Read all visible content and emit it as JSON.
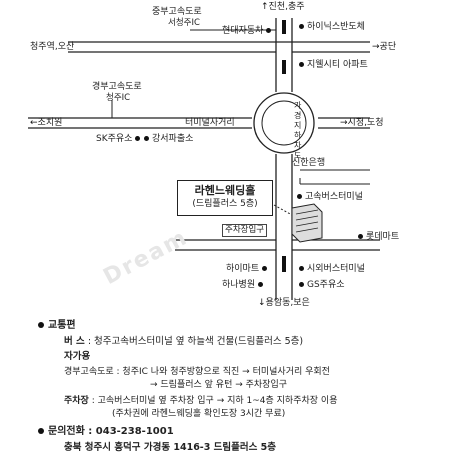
{
  "map": {
    "top_destination": "진천,충주",
    "bottom_destination": "용암동,보은",
    "expressway_1": {
      "name": "중부고속도로",
      "ic": "서청주IC"
    },
    "expressway_2": {
      "name": "경부고속도로",
      "ic": "청주IC"
    },
    "left_top": "청주역,오산",
    "right_top": "공단",
    "left_mid": "조치원",
    "right_mid": "시청,도청",
    "boulevard": "가경지하차도",
    "landmarks": {
      "hyundai": "현대자동차",
      "hynix": "하이닉스반도체",
      "jiwell": "지웰시티 아파트",
      "terminal_crossroad": "터미널사거리",
      "sk": "SK주유소",
      "gangseo": "강서파출소",
      "shinhan": "신한은행",
      "express_terminal": "고속버스터미널",
      "lotte": "롯데마트",
      "himart": "하이마트",
      "intercity": "시외버스터미널",
      "hana": "하나병원",
      "gs": "GS주유소"
    },
    "venue": {
      "name": "라헨느웨딩홀",
      "sub": "(드림플러스 5층)"
    },
    "parking": "주차장입구",
    "watermark": "Dream"
  },
  "info": {
    "transport_title": "교통편",
    "bus_label": "버  스",
    "bus_text": ": 청주고속버스터미널 옆 하늘색 건물(드림플러스 5층)",
    "car_label": "자가용",
    "car_text_1": "경부고속도로 : 청주IC 나와 청주방향으로 직진 → 터미널사거리 우회전",
    "car_text_2": "→ 드림플러스 앞 유턴 → 주차장입구",
    "parking_label": "주차장",
    "parking_text_1": ": 고속버스터미널 옆 주차장 입구 → 지하 1~4층 지하주차장 이용",
    "parking_text_2": "(주차권에 라헨느웨딩홀 확인도장 3시간 무료)",
    "contact_label": "문의전화",
    "contact_value": ": 043-238-1001",
    "address": "충북 청주시 흥덕구 가경동 1416-3 드림플러스 5층"
  }
}
